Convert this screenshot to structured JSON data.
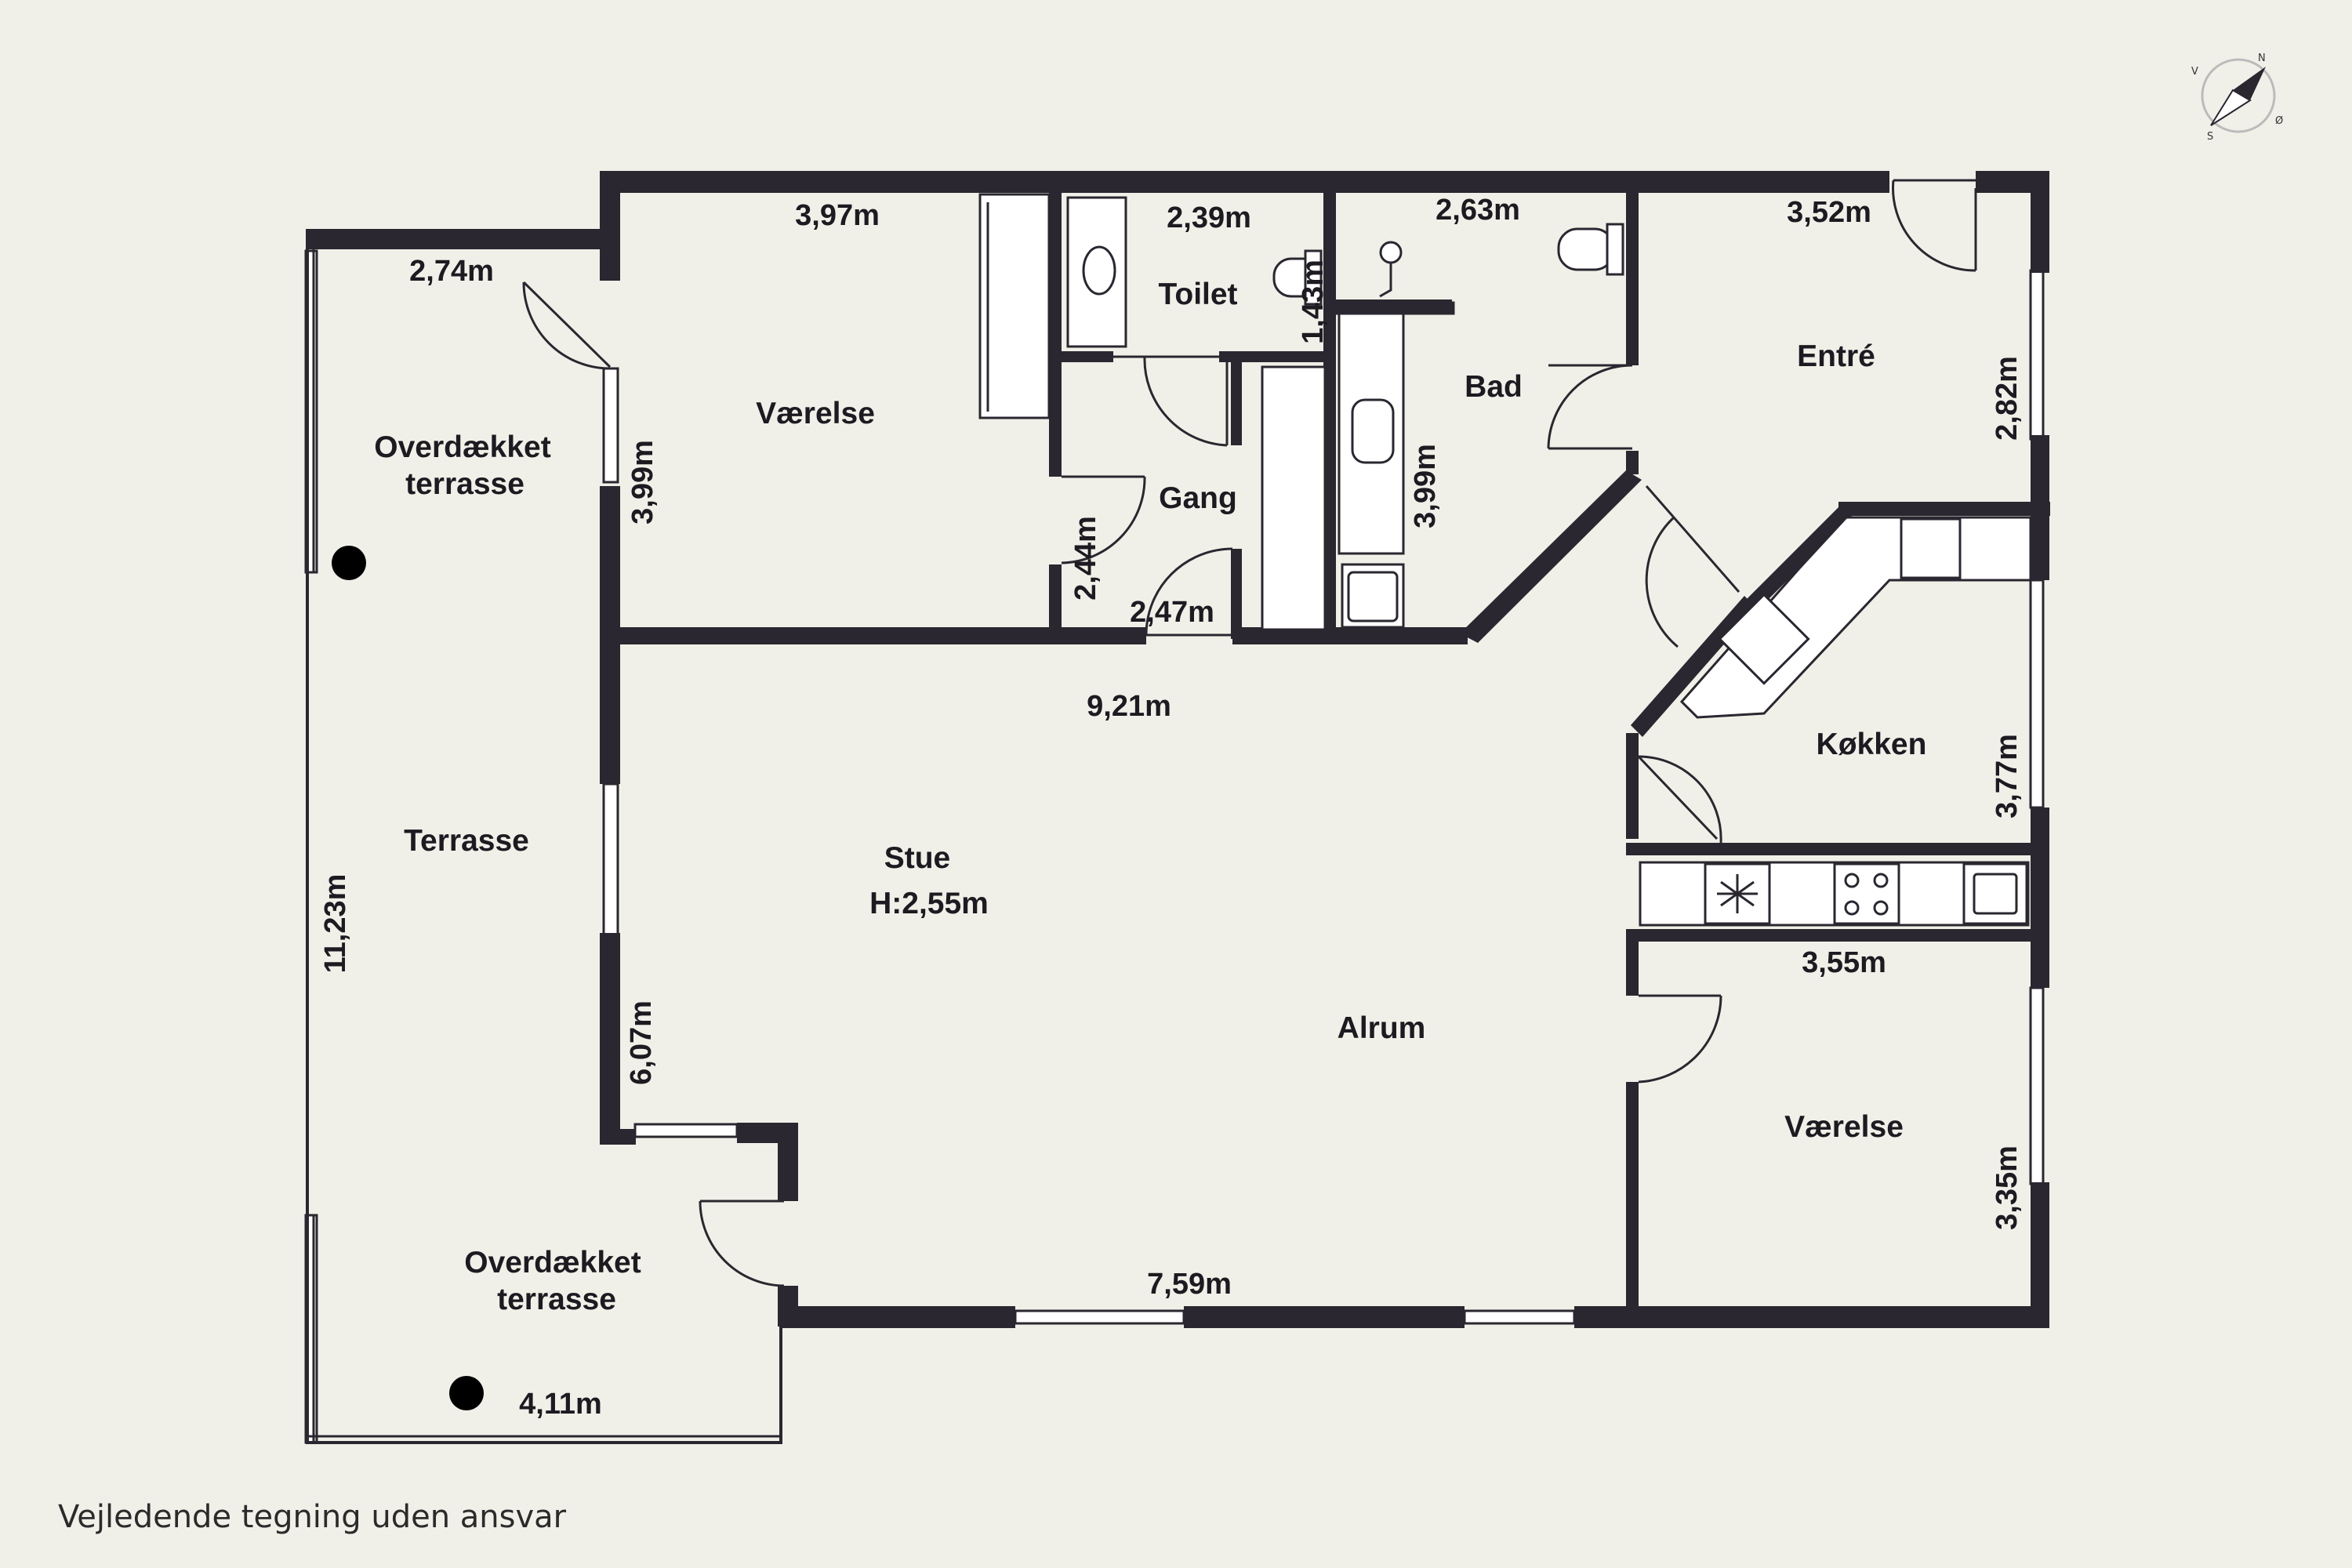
{
  "colors": {
    "background": "#f1f0e8",
    "wall": "#2a2730",
    "fixture_fill": "#ffffff",
    "text": "#1d1a21"
  },
  "compass": {
    "n": "N",
    "e": "Ø",
    "s": "S",
    "w": "V"
  },
  "rooms": {
    "vaerelse_top": "Værelse",
    "toilet": "Toilet",
    "bad": "Bad",
    "entre": "Entré",
    "gang": "Gang",
    "overdaekket_top_1": "Overdækket",
    "overdaekket_top_2": "terrasse",
    "terrasse": "Terrasse",
    "stue_1": "Stue",
    "stue_2": "H:2,55m",
    "alrum": "Alrum",
    "koekken": "Køkken",
    "vaerelse_bottom": "Værelse",
    "overdaekket_bottom_1": "Overdækket",
    "overdaekket_bottom_2": "terrasse"
  },
  "dimensions": {
    "d_274": "2,74m",
    "d_397": "3,97m",
    "d_239": "2,39m",
    "d_263": "2,63m",
    "d_352": "3,52m",
    "d_143": "1,43m",
    "d_399_left": "3,99m",
    "d_399_bad": "3,99m",
    "d_244": "2,44m",
    "d_247": "2,47m",
    "d_282": "2,82m",
    "d_921": "9,21m",
    "d_1123": "11,23m",
    "d_607": "6,07m",
    "d_377": "3,77m",
    "d_355": "3,55m",
    "d_335": "3,35m",
    "d_759": "7,59m",
    "d_411": "4,11m"
  },
  "disclaimer": "Vejledende tegning uden ansvar"
}
